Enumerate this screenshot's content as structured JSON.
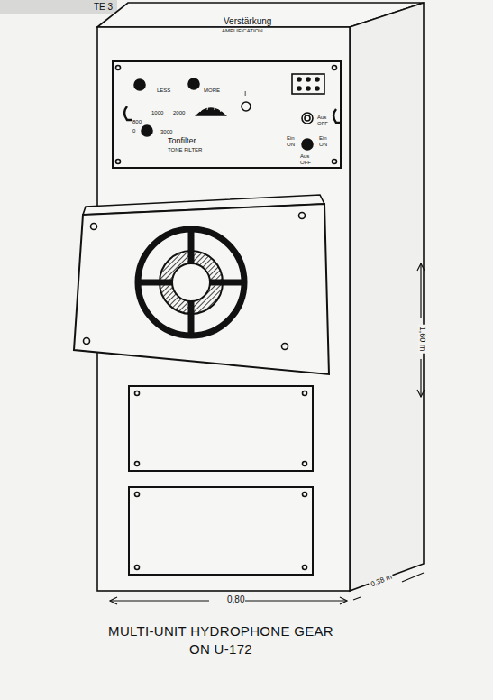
{
  "diagram": {
    "caption": "MULTI-UNIT HYDROPHONE GEAR ON U-172",
    "labels": [
      "TE 3",
      "Verstärkung",
      "AMPLIFICATION",
      "I",
      "LESS",
      "MORE",
      "800",
      "1000",
      "2000",
      "0",
      "3000",
      "Tonfilter",
      "TONE FILTER",
      "Aus",
      "OFF",
      "Ein",
      "ON",
      "Ein",
      "ON",
      "Aus",
      "OFF",
      "1,60 m",
      "0,80",
      "0,38 m"
    ]
  }
}
